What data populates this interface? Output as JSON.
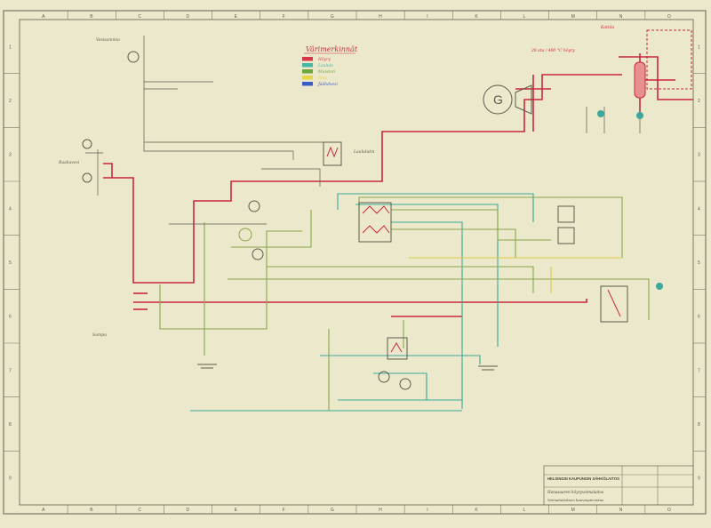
{
  "frame": {
    "top_letters": [
      "A",
      "B",
      "C",
      "D",
      "E",
      "F",
      "G",
      "H",
      "I",
      "K",
      "L",
      "M",
      "N",
      "O"
    ],
    "side_numbers": [
      "1",
      "2",
      "3",
      "4",
      "5",
      "6",
      "7",
      "8",
      "9"
    ],
    "colors": {
      "paper": "#ece8cc",
      "frame": "#7a7664",
      "grid": "#c9c4a4"
    }
  },
  "legend": {
    "title": "Värimerkinnät",
    "items": [
      {
        "label": "Höyry",
        "color": "#d8374a"
      },
      {
        "label": "Lauhde",
        "color": "#44b8a0"
      },
      {
        "label": "Muistori",
        "color": "#6ea63c"
      },
      {
        "label": "Ilma",
        "color": "#e4d84a"
      },
      {
        "label": "Jäähdvesi",
        "color": "#3a5cc8"
      }
    ]
  },
  "labels": {
    "top_left": "Vesisammio",
    "left_mid": "Raakavesi",
    "condenser": "Lauhdutin",
    "steam_line": "28 ata / 400 °C höyry",
    "boiler": "Kattila",
    "bottom_left": "Sumpu",
    "turbine_glyph": "G"
  },
  "title_block": {
    "organization": "HELSINGIN KAUPUNGIN SÄHKÖLAITOS",
    "subtitle": "Hanasaaren höyryvoimalaitos",
    "note": "Voimalaitoksen kaaviopiirustus"
  },
  "line_colors": {
    "steam": "#c8283c",
    "condensate": "#3aa89a",
    "feed": "#86a848",
    "air": "#d8cc48",
    "cooling": "#3a5cc8",
    "pencil": "#5c5a4c"
  }
}
